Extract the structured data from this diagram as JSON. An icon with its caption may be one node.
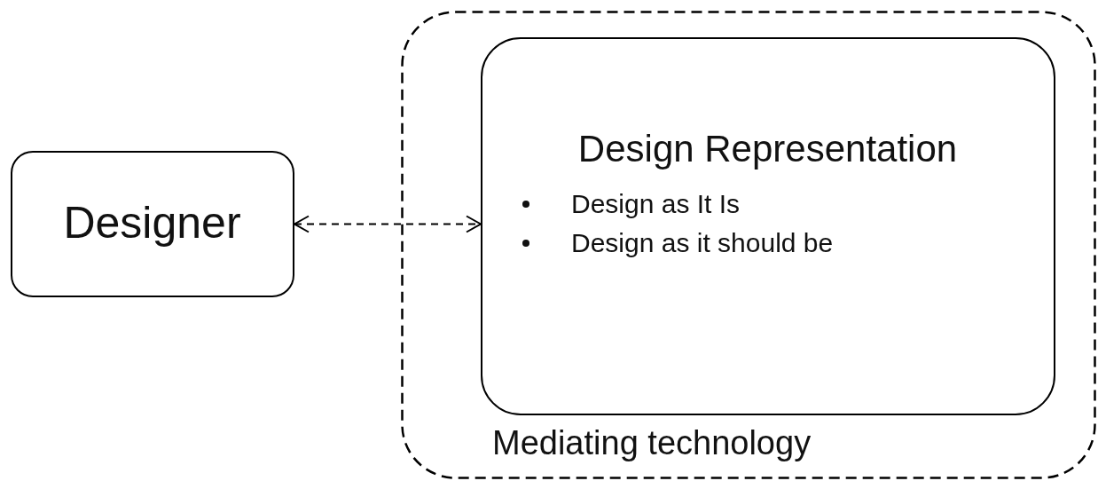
{
  "diagram": {
    "nodes": [
      {
        "text": [
          "Designer"
        ]
      },
      {
        "text": [
          "Mediating technology"
        ]
      },
      {
        "text": [
          "Design Representation",
          "Design as It Is",
          "Design as it should be"
        ],
        "in": 1
      }
    ],
    "edges": [
      {
        "from": 0,
        "to": 2,
        "arrow": "both",
        "style": "dashed"
      }
    ]
  }
}
